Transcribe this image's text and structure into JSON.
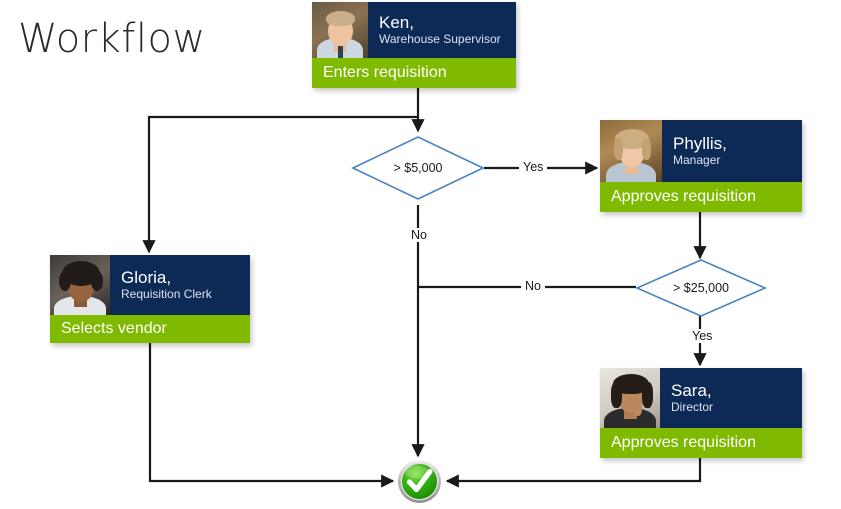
{
  "page": {
    "title": "Workflow",
    "background_color": "#ffffff",
    "accent_green": "#7fba00",
    "accent_navy": "#0c2a55",
    "line_color": "#1a1a1a",
    "diamond_stroke": "#4a83c4"
  },
  "cards": [
    {
      "id": "ken",
      "name": "Ken,",
      "role": "Warehouse Supervisor",
      "task": "Enters requisition",
      "photo_alt": "ken-photo"
    },
    {
      "id": "phyllis",
      "name": "Phyllis,",
      "role": "Manager",
      "task": "Approves requisition",
      "photo_alt": "phyllis-photo"
    },
    {
      "id": "gloria",
      "name": "Gloria,",
      "role": "Requisition Clerk",
      "task": "Selects vendor",
      "photo_alt": "gloria-photo"
    },
    {
      "id": "sara",
      "name": "Sara,",
      "role": "Director",
      "task": "Approves requisition",
      "photo_alt": "sara-photo"
    }
  ],
  "decisions": [
    {
      "id": "amount-5000",
      "label": "> $5,000"
    },
    {
      "id": "amount-25000",
      "label": "> $25,000"
    }
  ],
  "edge_labels": {
    "d1_yes": "Yes",
    "d1_no": "No",
    "d2_no": "No",
    "d2_yes": "Yes"
  },
  "terminator": {
    "id": "approved-check",
    "icon": "check-circle-icon"
  }
}
